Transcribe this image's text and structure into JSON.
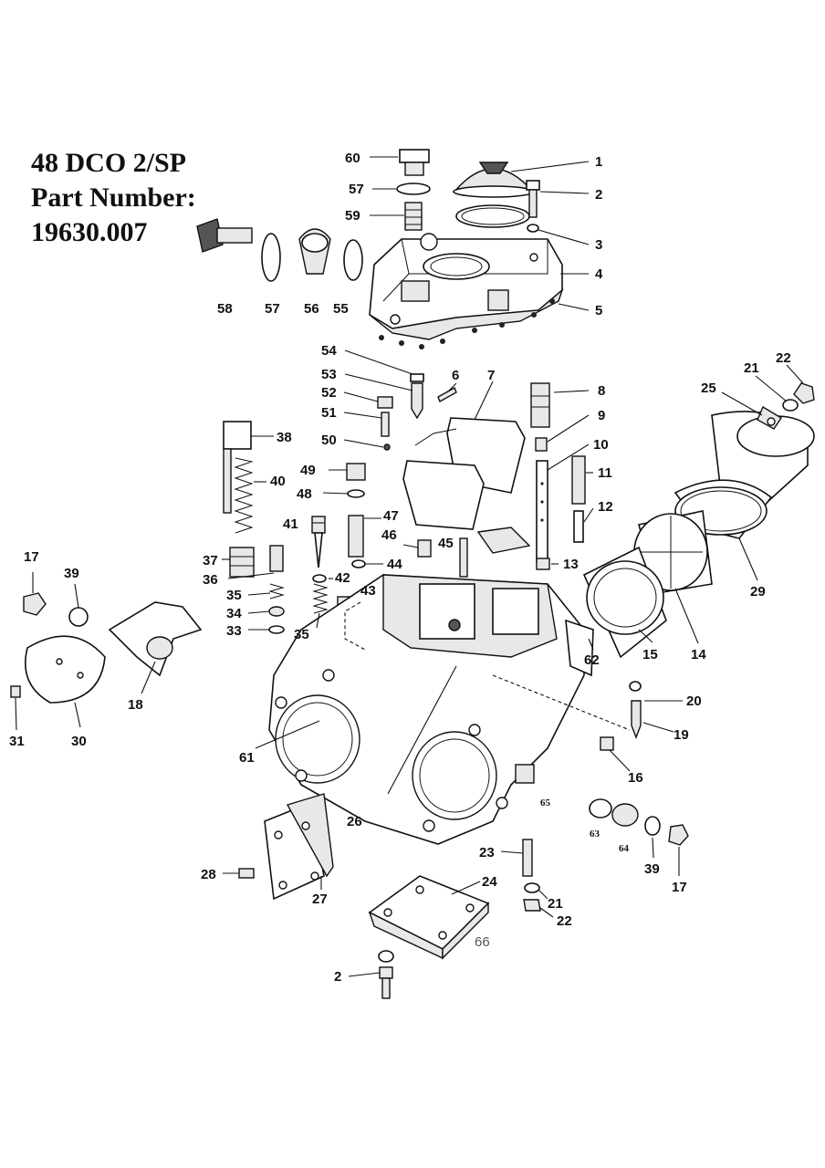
{
  "title": {
    "line1": "48 DCO 2/SP",
    "line2": "Part Number:",
    "line3": "19630.007"
  },
  "labels": {
    "l1": "1",
    "l2": "2",
    "l3": "3",
    "l4": "4",
    "l5": "5",
    "l6": "6",
    "l7": "7",
    "l8": "8",
    "l9": "9",
    "l10": "10",
    "l11": "11",
    "l12": "12",
    "l13": "13",
    "l14": "14",
    "l15": "15",
    "l16": "16",
    "l17a": "17",
    "l17b": "17",
    "l18": "18",
    "l19": "19",
    "l20": "20",
    "l21a": "21",
    "l21b": "21",
    "l22a": "22",
    "l22b": "22",
    "l23": "23",
    "l24": "24",
    "l25": "25",
    "l26": "26",
    "l27": "27",
    "l28": "28",
    "l29": "29",
    "l30": "30",
    "l31": "31",
    "l2b": "2",
    "l33": "33",
    "l34": "34",
    "l35a": "35",
    "l35b": "35",
    "l36": "36",
    "l37": "37",
    "l38": "38",
    "l39a": "39",
    "l39b": "39",
    "l40": "40",
    "l41": "41",
    "l42": "42",
    "l43": "43",
    "l44": "44",
    "l45": "45",
    "l46": "46",
    "l47": "47",
    "l48": "48",
    "l49": "49",
    "l50": "50",
    "l51": "51",
    "l52": "52",
    "l53": "53",
    "l54": "54",
    "l55": "55",
    "l56": "56",
    "l57a": "57",
    "l57b": "57",
    "l58": "58",
    "l59": "59",
    "l60": "60",
    "l61": "61",
    "l62": "62",
    "l63": "63",
    "l64": "64",
    "l65": "65"
  },
  "page_number": "66"
}
